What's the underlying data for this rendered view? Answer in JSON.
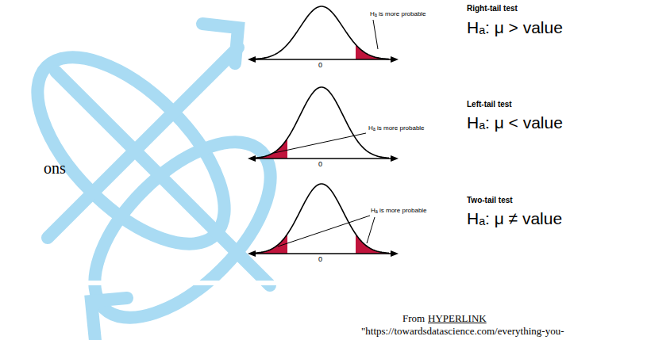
{
  "diagram": {
    "labels": [
      "ons",
      "Hₐ is more probable",
      "0",
      "Right-tail test",
      "Hₐ: μ > value",
      "Hₐ is more probable",
      "0",
      "Left-tail test",
      "Hₐ: μ < value",
      "Hₐ is more probable",
      "0",
      "Two-tail test",
      "Hₐ: μ ≠ value",
      "From",
      "HYPERLINK",
      "\"https://towardsdatascience.com/everything-you-"
    ]
  }
}
